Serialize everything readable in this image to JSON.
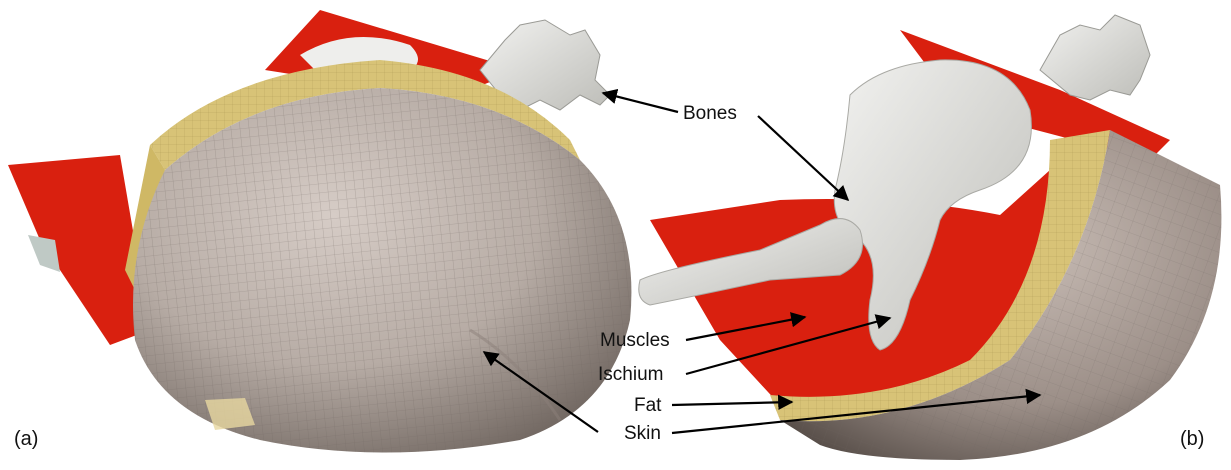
{
  "labels": {
    "bones": "Bones",
    "muscles": "Muscles",
    "ischium": "Ischium",
    "fat": "Fat",
    "skin": "Skin"
  },
  "panels": {
    "a": "(a)",
    "b": "(b)"
  },
  "colors": {
    "muscle": "#d9200f",
    "fat": "#d8c377",
    "skin": "#b7aca5",
    "bone": "#e6e6e3",
    "mesh": "#6f6660"
  }
}
